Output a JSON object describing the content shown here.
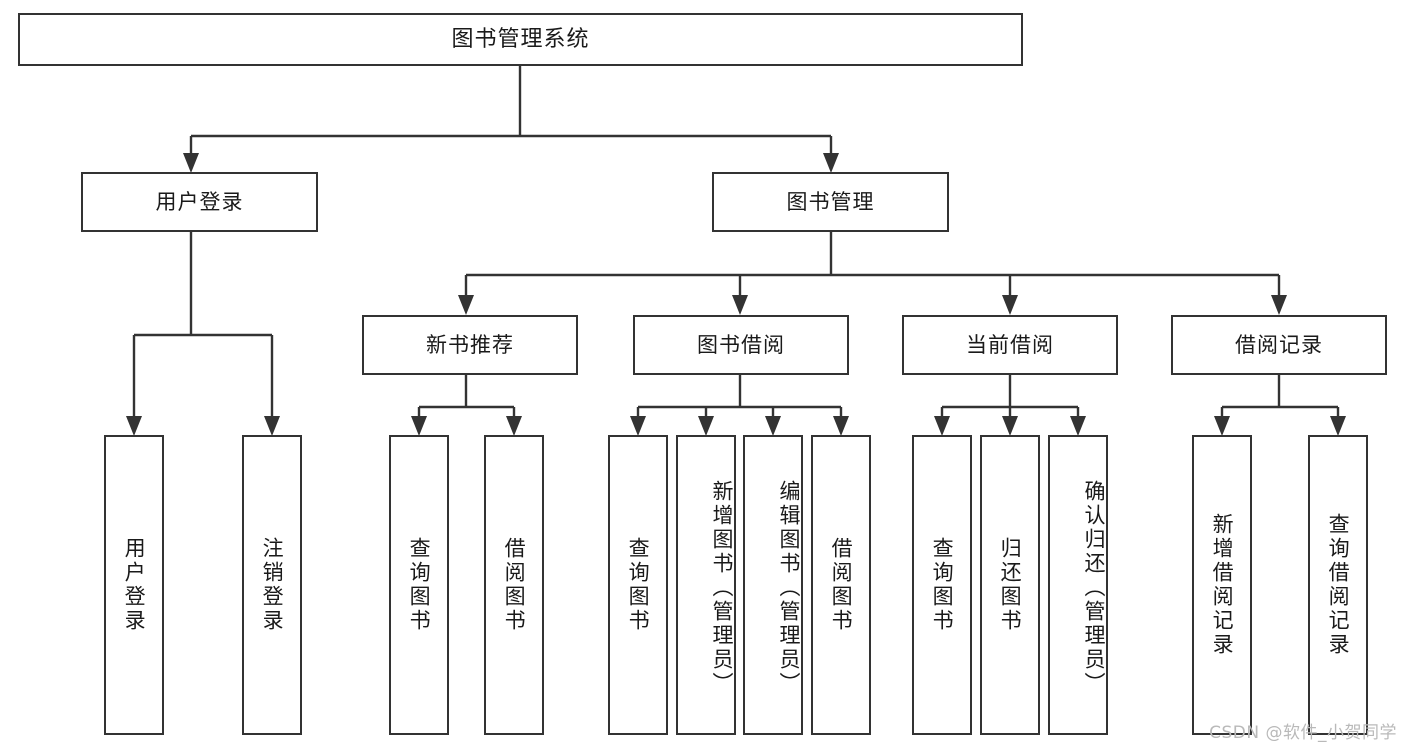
{
  "diagram": {
    "title": "图书管理系统",
    "type": "tree-hierarchy",
    "watermark": "CSDN @软件_小贺同学",
    "colors": {
      "stroke": "#333333",
      "fill": "#ffffff",
      "text": "#1a1a1a",
      "watermark": "#b9b9b9"
    },
    "levels": {
      "root": {
        "label": "图书管理系统"
      },
      "level2": [
        {
          "id": "user-login",
          "label": "用户登录"
        },
        {
          "id": "book-management",
          "label": "图书管理"
        }
      ],
      "level3": [
        {
          "id": "new-book-recommend",
          "label": "新书推荐",
          "parent": "book-management"
        },
        {
          "id": "book-borrow",
          "label": "图书借阅",
          "parent": "book-management"
        },
        {
          "id": "current-borrow",
          "label": "当前借阅",
          "parent": "book-management"
        },
        {
          "id": "borrow-record",
          "label": "借阅记录",
          "parent": "book-management"
        }
      ],
      "leaves": [
        {
          "id": "leaf-user-login",
          "label": "用户登录",
          "parent": "user-login"
        },
        {
          "id": "leaf-logout-login",
          "label": "注销登录",
          "parent": "user-login"
        },
        {
          "id": "leaf-query-book-1",
          "label": "查询图书",
          "parent": "new-book-recommend"
        },
        {
          "id": "leaf-borrow-book-1",
          "label": "借阅图书",
          "parent": "new-book-recommend"
        },
        {
          "id": "leaf-query-book-2",
          "label": "查询图书",
          "parent": "book-borrow"
        },
        {
          "id": "leaf-add-book",
          "label": "新增图书（管理员）",
          "parent": "book-borrow"
        },
        {
          "id": "leaf-edit-book",
          "label": "编辑图书（管理员）",
          "parent": "book-borrow"
        },
        {
          "id": "leaf-borrow-book-2",
          "label": "借阅图书",
          "parent": "book-borrow"
        },
        {
          "id": "leaf-query-book-3",
          "label": "查询图书",
          "parent": "current-borrow"
        },
        {
          "id": "leaf-return-book",
          "label": "归还图书",
          "parent": "current-borrow"
        },
        {
          "id": "leaf-confirm-return",
          "label": "确认归还（管理员）",
          "parent": "current-borrow"
        },
        {
          "id": "leaf-add-record",
          "label": "新增借阅记录",
          "parent": "borrow-record"
        },
        {
          "id": "leaf-query-record",
          "label": "查询借阅记录",
          "parent": "borrow-record"
        }
      ]
    }
  }
}
